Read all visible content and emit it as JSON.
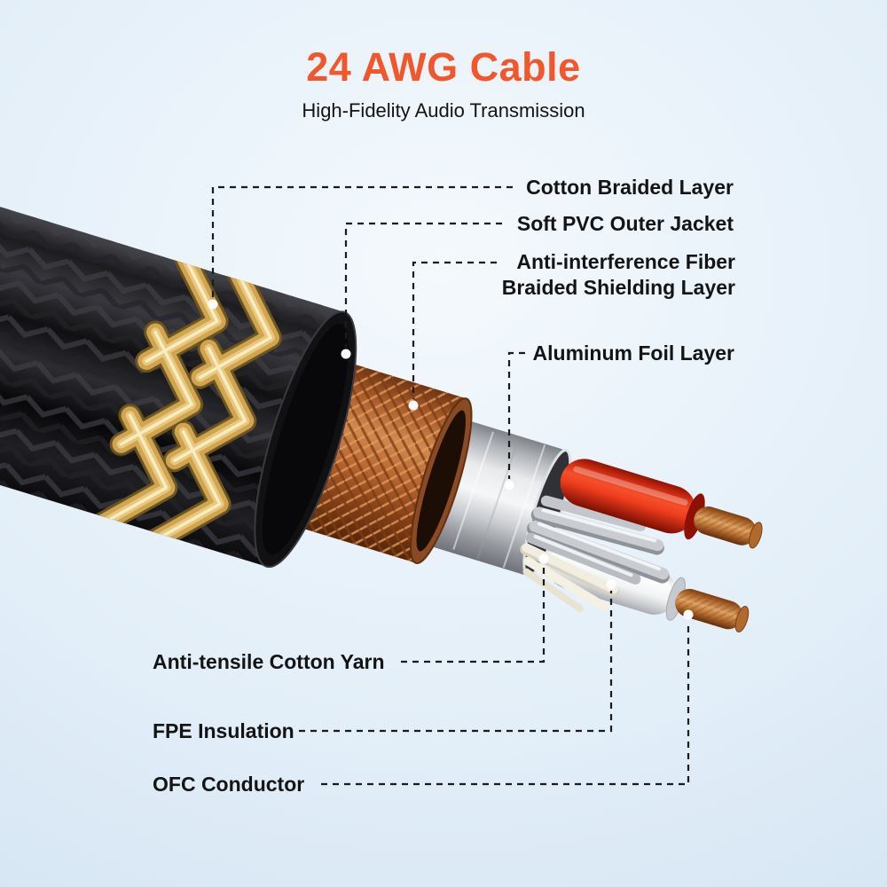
{
  "header": {
    "title": "24 AWG Cable",
    "subtitle": "High-Fidelity Audio Transmission"
  },
  "callouts": [
    {
      "id": "cotton-braided-layer",
      "label": "Cotton Braided Layer"
    },
    {
      "id": "soft-pvc-outer-jacket",
      "label": "Soft PVC Outer Jacket"
    },
    {
      "id": "anti-interference-shielding",
      "label": "Anti-interference Fiber Braided Shielding Layer"
    },
    {
      "id": "aluminum-foil-layer",
      "label": "Aluminum Foil Layer"
    },
    {
      "id": "anti-tensile-cotton-yarn",
      "label": "Anti-tensile Cotton Yarn"
    },
    {
      "id": "fpe-insulation",
      "label": "FPE Insulation"
    },
    {
      "id": "ofc-conductor",
      "label": "OFC Conductor"
    }
  ],
  "colors": {
    "accent": "#F1572B",
    "text": "#141414",
    "background_top": "#F4F9FD",
    "background_bottom": "#C8DCEF",
    "copper": "#C87A3C",
    "gold_braid": "#CFA551",
    "red_wire": "#E03318",
    "foil": "#E8EAEC"
  }
}
